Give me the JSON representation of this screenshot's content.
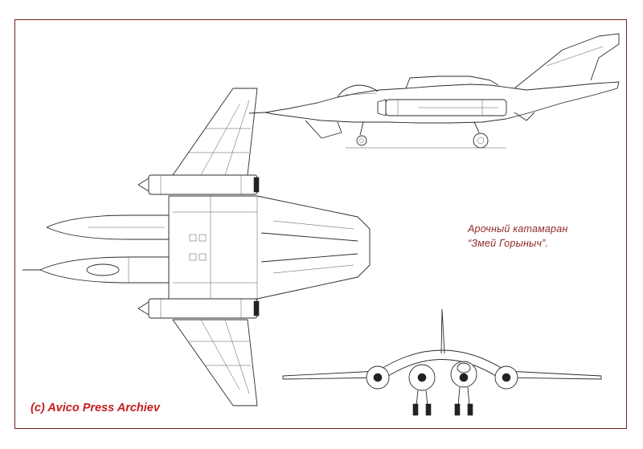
{
  "caption": {
    "line1": "Арочный катамаран",
    "line2": "“Змей Горыныч”."
  },
  "copyright": {
    "text": "(c) Avico Press Archiev",
    "color": "#c41e1e"
  },
  "colors": {
    "frame": "#7a1f1f",
    "caption": "#8e2a2a",
    "line": "#2b2b2b"
  }
}
